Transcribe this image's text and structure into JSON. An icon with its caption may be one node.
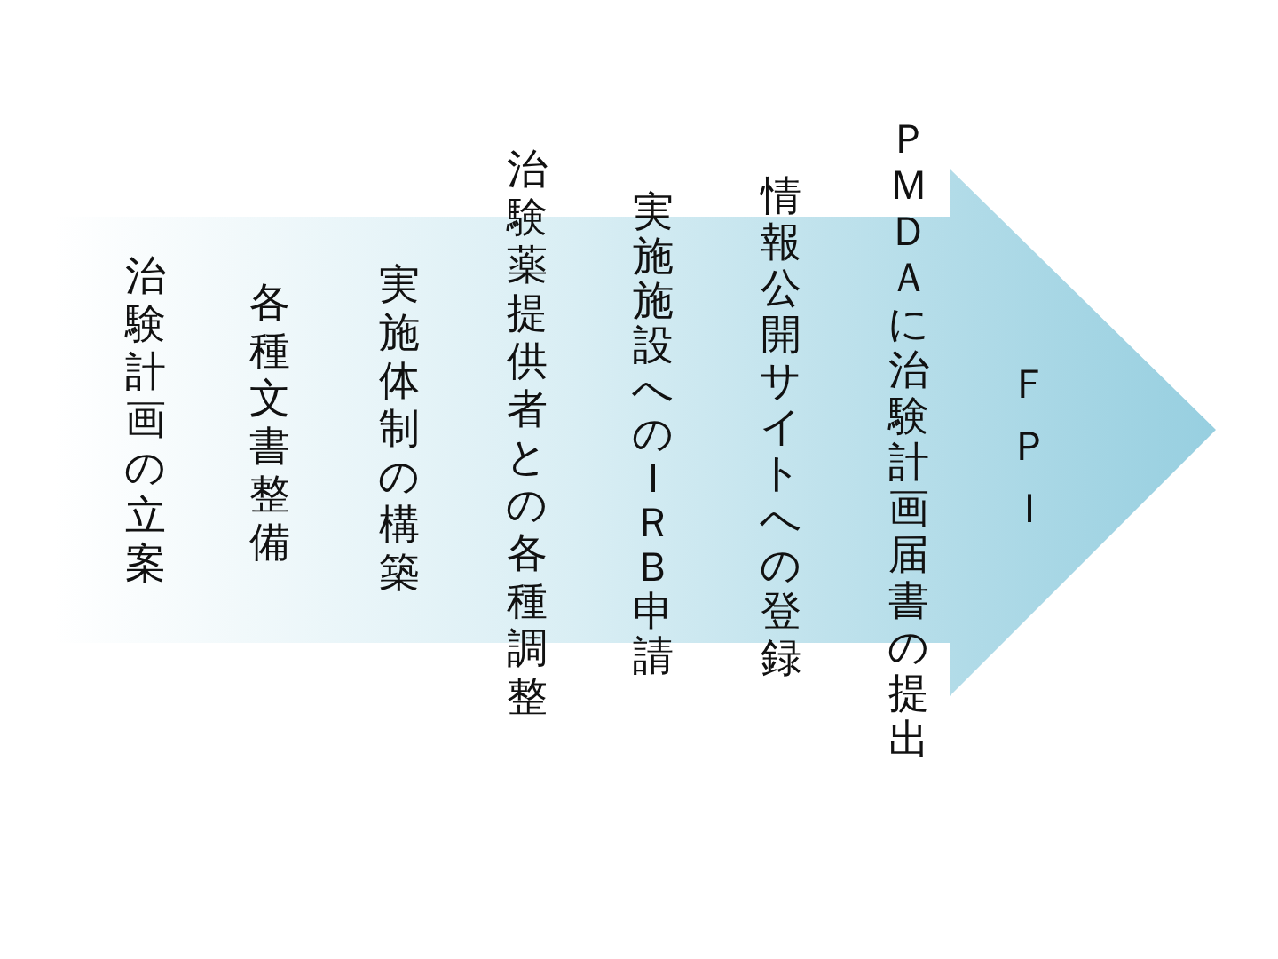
{
  "diagram": {
    "nodes": [
      {
        "text": [
          "治験計画の立案",
          "各種文書整備",
          "実施体制の構築",
          "治験薬提供者との各種調整",
          "実施施設へのＩＲＢ申請",
          "情報公開サイトへの登録",
          "ＰＭＤＡに治験計画届書の提出",
          "ＦＰＩ"
        ]
      }
    ]
  }
}
